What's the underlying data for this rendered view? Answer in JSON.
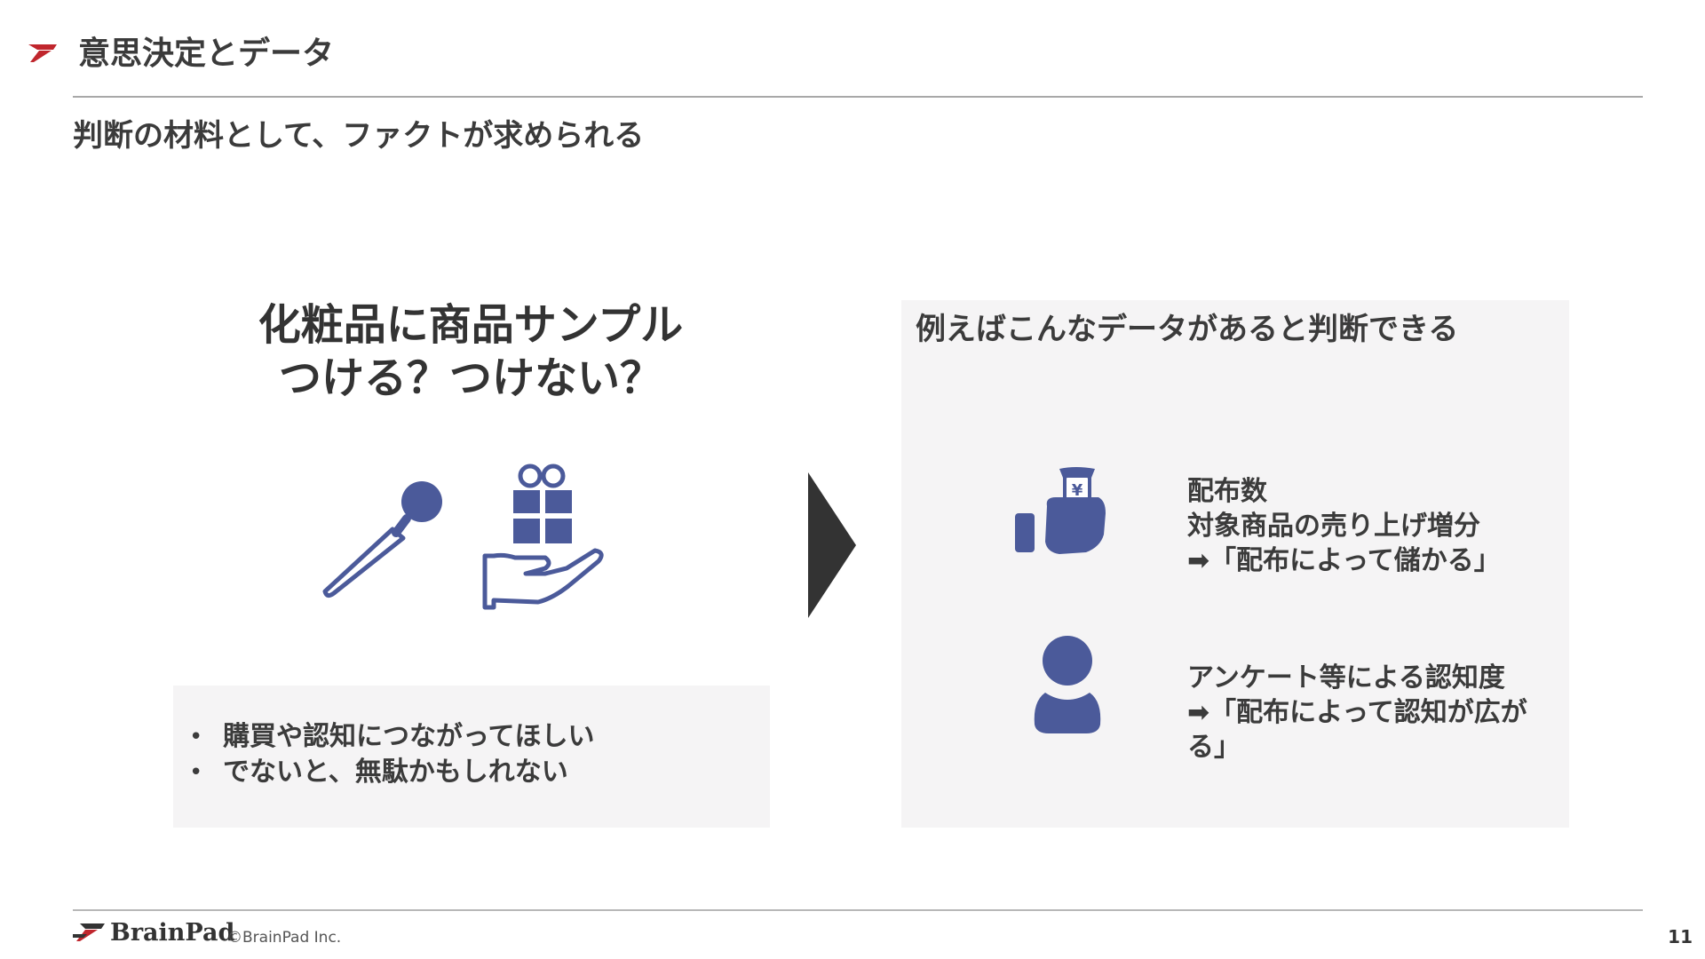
{
  "header": {
    "title": "意思決定とデータ",
    "subtitle": "判断の材料として、ファクトが求められる"
  },
  "left": {
    "question_line1": "化粧品に商品サンプル",
    "question_line2": "つける？つけない？",
    "bullets": [
      "購買や認知につながってほしい",
      "でないと、無駄かもしれない"
    ]
  },
  "right": {
    "title": "例えばこんなデータがあると判断できる",
    "item1": {
      "line1": "配布数",
      "line2": "対象商品の売り上げ増分",
      "line3": "➡「配布によって儲かる」",
      "icon": "money-hand-icon"
    },
    "item2": {
      "line1": "アンケート等による認知度",
      "line2": "➡「配布によって認知が広がる」",
      "icon": "person-icon"
    }
  },
  "footer": {
    "brand": "BrainPad",
    "copyright": "©BrainPad Inc.",
    "page_number": "11"
  },
  "colors": {
    "icon_blue": "#4b5a9a",
    "logo_red": "#c0262d",
    "panel_bg": "#f5f4f5",
    "arrow": "#333333"
  }
}
